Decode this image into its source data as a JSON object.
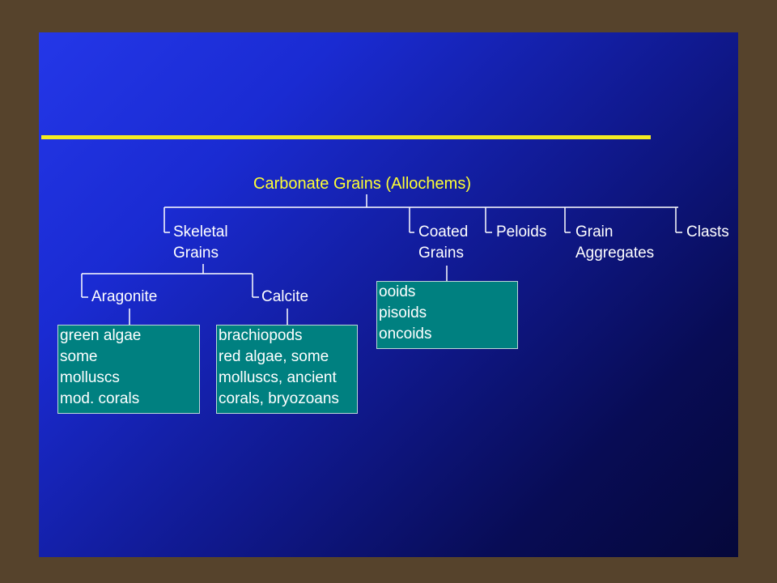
{
  "title": "Carbonate Grains (Allochems)",
  "top_level": {
    "skeletal": [
      "Skeletal",
      "Grains"
    ],
    "coated": [
      "Coated",
      "Grains"
    ],
    "peloids": "Peloids",
    "aggregates": [
      "Grain",
      "Aggregates"
    ],
    "clasts": "Clasts"
  },
  "mineralogy": {
    "aragonite": "Aragonite",
    "calcite": "Calcite"
  },
  "boxes": {
    "aragonite": [
      "green algae",
      "some",
      "molluscs",
      "mod. corals"
    ],
    "calcite": [
      "brachiopods",
      "red algae, some",
      "molluscs, ancient",
      "corals, bryozoans"
    ],
    "coated": [
      "ooids",
      "pisoids",
      "oncoids"
    ]
  },
  "colors": {
    "background_frame": "#56432c",
    "slide_gradient": "#2437e8 to #05083a",
    "title": "#ffff33",
    "rule": "#f5ec22",
    "box_fill": "#008080",
    "text": "#ffffff"
  }
}
